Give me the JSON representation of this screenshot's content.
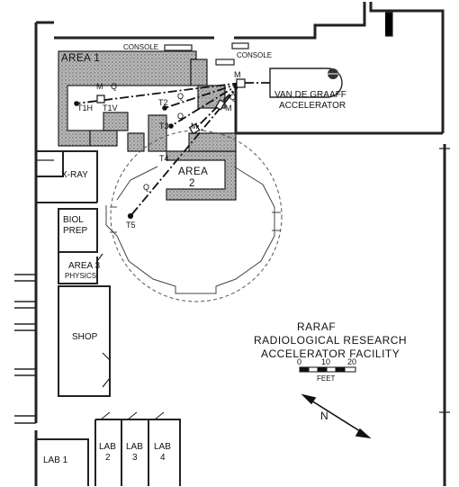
{
  "rooms": {
    "area1": "AREA 1",
    "area2_line1": "AREA",
    "area2_line2": "2",
    "xray": "X-RAY",
    "biol_prep_line1": "BIOL",
    "biol_prep_line2": "PREP",
    "area3_line1": "AREA 3",
    "area3_line2": "PHYSICS",
    "shop": "SHOP",
    "lab1": "LAB 1",
    "lab2_line1": "LAB",
    "lab2_line2": "2",
    "lab3_line1": "LAB",
    "lab3_line2": "3",
    "lab4_line1": "LAB",
    "lab4_line2": "4"
  },
  "consoles": {
    "console1": "CONSOLE",
    "console2": "CONSOLE"
  },
  "accelerator": {
    "line1": "VAN DE GRAAFF",
    "line2": "ACCELERATOR"
  },
  "beam_markers": {
    "m_main": "M",
    "m_area1": "M",
    "q_area1": "Q",
    "m_t3": "M",
    "q_t2": "Q",
    "q_t3": "Q",
    "q_right": "Q",
    "m_right": "M",
    "q_t5": "Q"
  },
  "targets": {
    "t1h": "T1H",
    "t1v": "T1V",
    "t2": "T2",
    "t3": "T3",
    "t4": "T4",
    "t5": "T5"
  },
  "title": {
    "line1": "RARAF",
    "line2": "RADIOLOGICAL RESEARCH",
    "line3": "ACCELERATOR  FACILITY"
  },
  "scale": {
    "ticks": [
      "0",
      "10",
      "20"
    ],
    "unit": "FEET"
  },
  "north": "N"
}
